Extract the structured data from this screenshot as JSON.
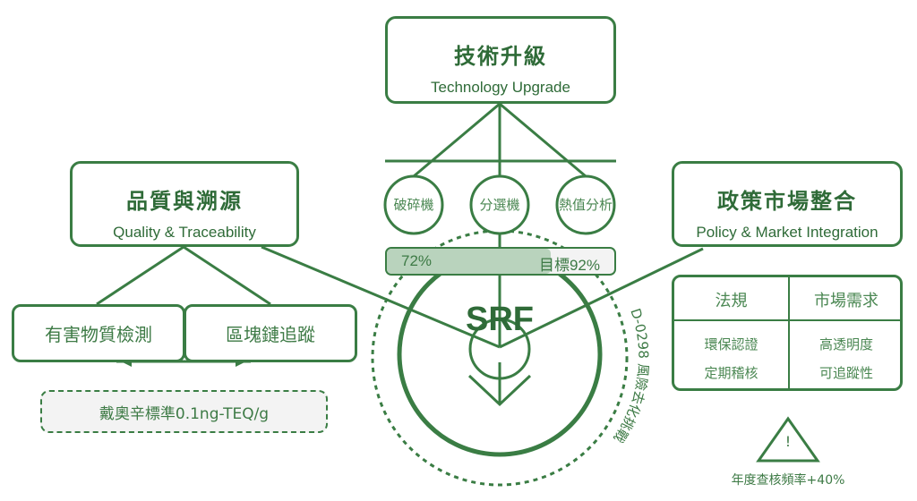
{
  "top": {
    "title": "技術升級",
    "subtitle": "Technology Upgrade",
    "nodes": [
      "破碎機",
      "分選機",
      "熱值分析"
    ]
  },
  "progress": {
    "current_label": "72%",
    "target_label": "目標92%",
    "value": 72,
    "target": 92
  },
  "center": {
    "label": "SRF",
    "ring_text": "D-0298 風險去化挑戰"
  },
  "left": {
    "title": "品質與溯源",
    "subtitle": "Quality & Traceability",
    "children": [
      "有害物質檢測",
      "區塊鏈追蹤"
    ],
    "note": "戴奧辛標準0.1ng-TEQ/g"
  },
  "right": {
    "title": "政策市場整合",
    "subtitle": "Policy & Market Integration",
    "table": {
      "headers": [
        "法規",
        "市場需求"
      ],
      "col1": [
        "環保認證",
        "定期稽核"
      ],
      "col2": [
        "高透明度",
        "可追蹤性"
      ]
    },
    "warning": {
      "symbol": "!",
      "text": "年度查核頻率+40%"
    }
  },
  "colors": {
    "primary": "#3a7d44",
    "fill": "#b9d3bd",
    "note_bg": "#f3f3f3"
  }
}
